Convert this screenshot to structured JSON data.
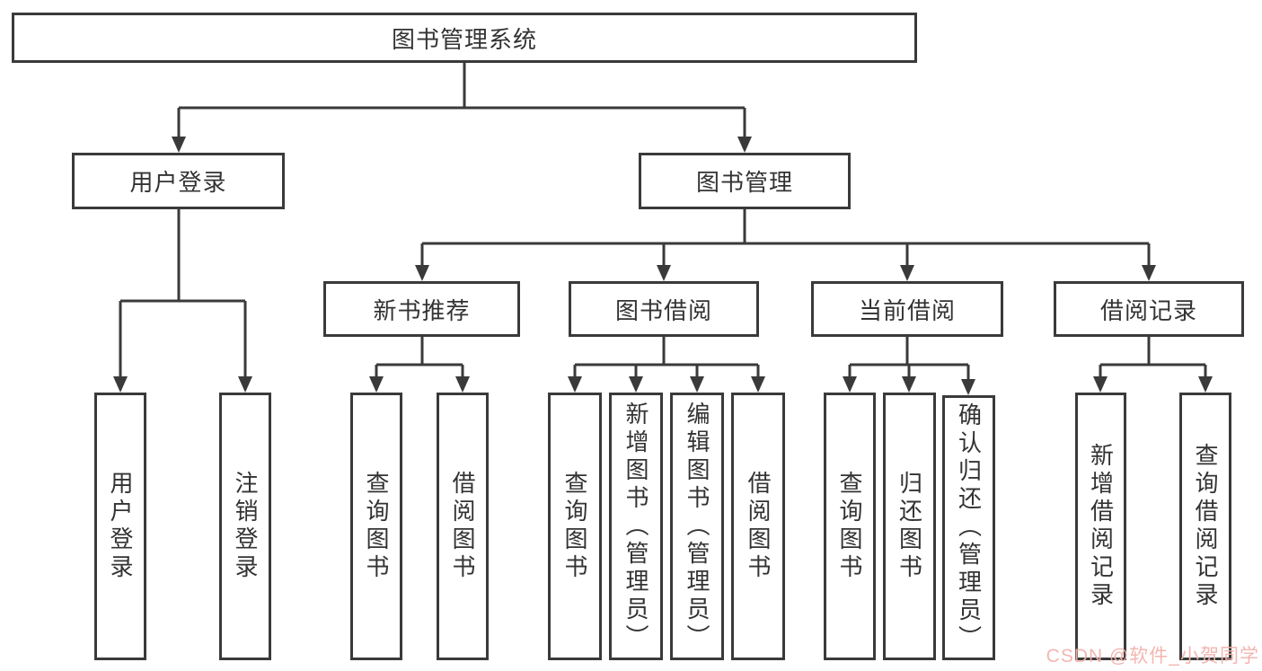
{
  "diagram": {
    "title": "图书管理系统"
  },
  "nodes": {
    "root": {
      "label": "图书管理系统"
    },
    "user_login": {
      "label": "用户登录"
    },
    "book_mgmt": {
      "label": "图书管理"
    },
    "login_action": {
      "label": "用户登录"
    },
    "logout_action": {
      "label": "注销登录"
    },
    "new_book_rec": {
      "label": "新书推荐"
    },
    "book_borrow": {
      "label": "图书借阅"
    },
    "current_borrow": {
      "label": "当前借阅"
    },
    "borrow_record": {
      "label": "借阅记录"
    },
    "nb_query": {
      "label": "查询图书"
    },
    "nb_borrow": {
      "label": "借阅图书"
    },
    "bb_query": {
      "label": "查询图书"
    },
    "bb_add": {
      "label": "新增图书（管理员）"
    },
    "bb_edit": {
      "label": "编辑图书（管理员）"
    },
    "bb_borrow": {
      "label": "借阅图书"
    },
    "cb_query": {
      "label": "查询图书"
    },
    "cb_return": {
      "label": "归还图书"
    },
    "cb_confirm": {
      "label": "确认归还（管理员）"
    },
    "br_add": {
      "label": "新增借阅记录"
    },
    "br_query": {
      "label": "查询借阅记录"
    }
  },
  "watermark": {
    "text": "CSDN @软件_小贺同学"
  },
  "colors": {
    "line": "#3a3a3a",
    "box_border": "#3a3a3a",
    "text": "#333333",
    "background": "#ffffff",
    "watermark": "#f2b2ac"
  }
}
